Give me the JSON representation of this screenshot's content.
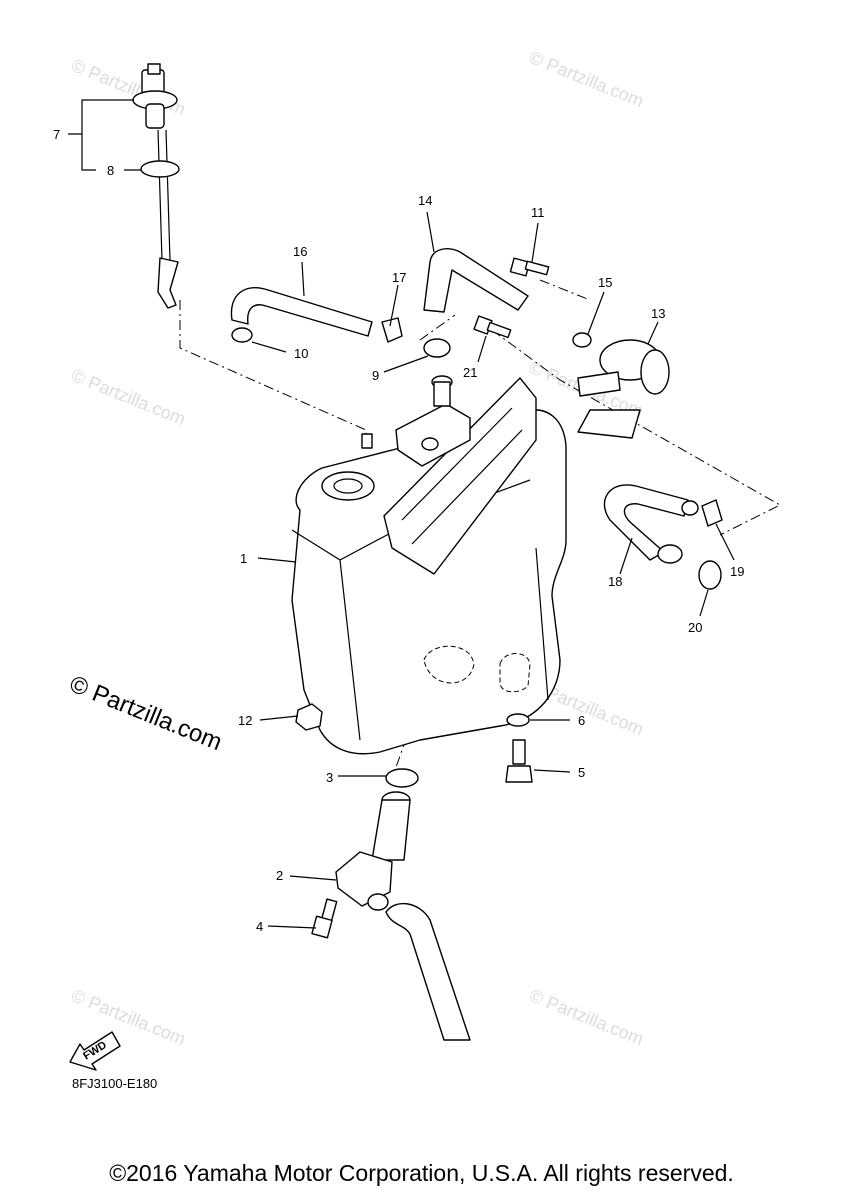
{
  "watermark_small": "© Partzilla.com",
  "watermark_large": "© Partzilla.com",
  "diagram_code": "8FJ3100-E180",
  "fwd_label": "FWD",
  "copyright": "©2016 Yamaha Motor Corporation, U.S.A. All rights reserved.",
  "callouts": {
    "c1": "1",
    "c2": "2",
    "c3": "3",
    "c4": "4",
    "c5": "5",
    "c6": "6",
    "c7": "7",
    "c8": "8",
    "c9": "9",
    "c10": "10",
    "c11": "11",
    "c12": "12",
    "c13": "13",
    "c14": "14",
    "c15": "15",
    "c16": "16",
    "c17": "17",
    "c18": "18",
    "c19": "19",
    "c20": "20",
    "c21": "21"
  }
}
